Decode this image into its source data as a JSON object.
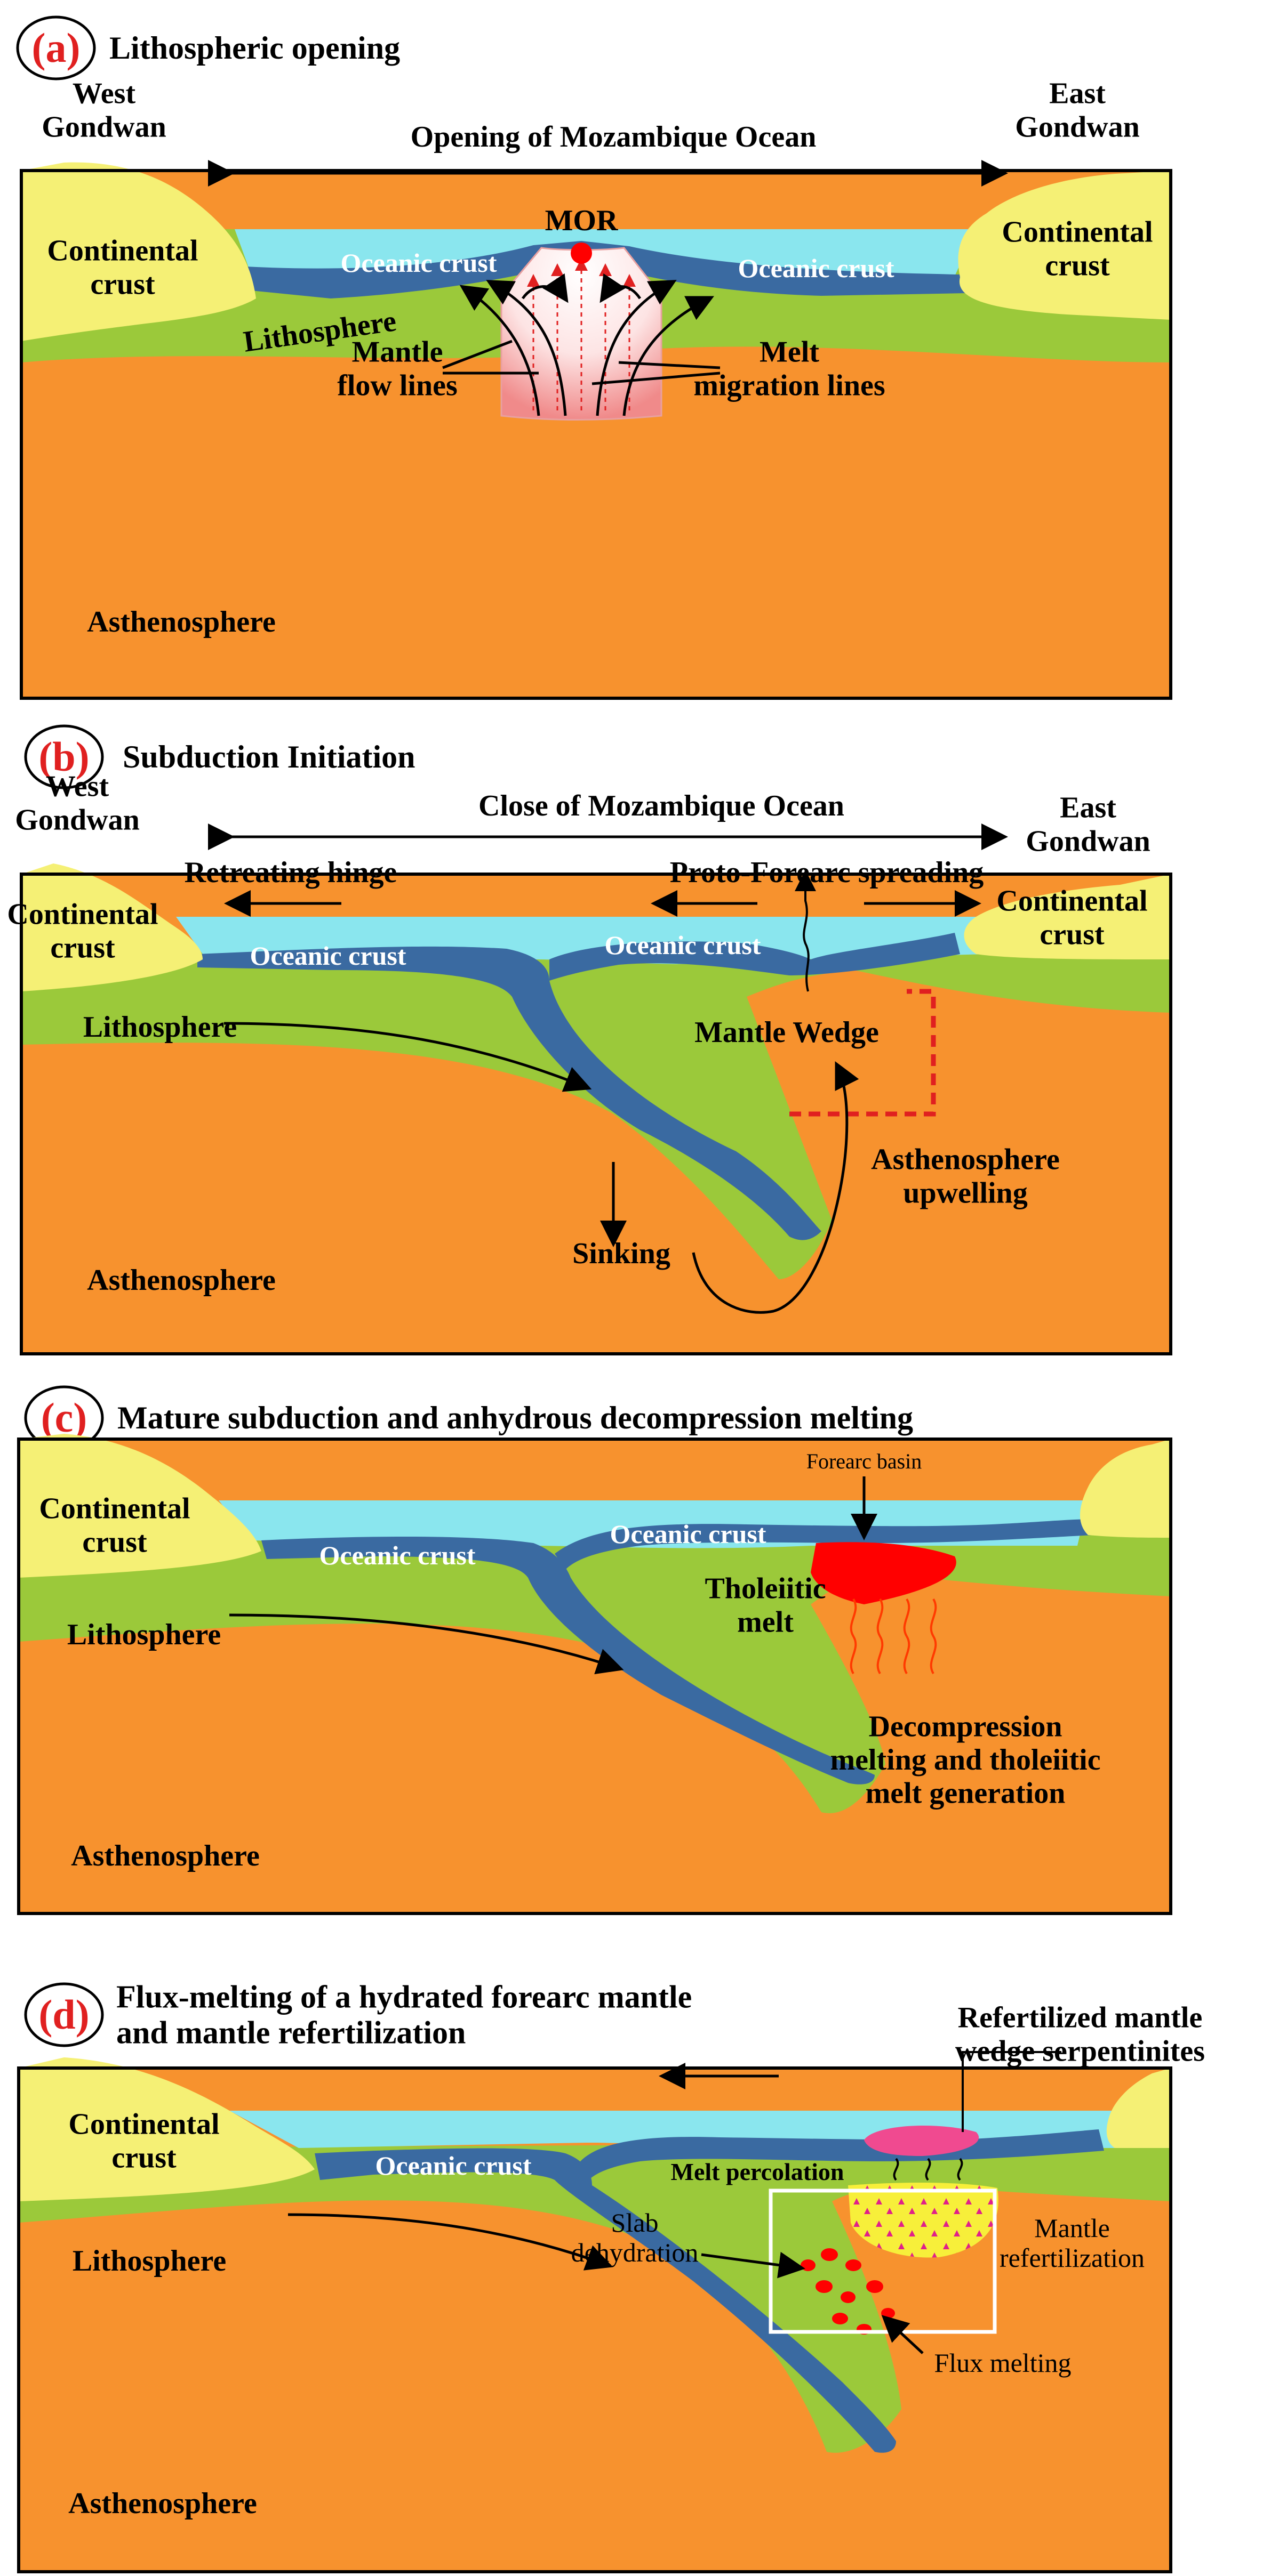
{
  "colors": {
    "asthenosphere": "#f7922e",
    "lithosphere": "#9bc93a",
    "continental": "#f5f075",
    "ocean": "#8ae6ee",
    "oceanic_crust": "#3a6aa1",
    "panel_label": "#e02020",
    "melt_red": "#ff0000",
    "serpentinite_pink": "#f04a90",
    "refertilized_yellow": "#f7ef3a"
  },
  "panels": [
    {
      "letter": "(a)",
      "title": "Lithospheric opening",
      "labels": {
        "west": "West\nGondwan",
        "east": "East\nGondwan",
        "ocean_event": "Opening of Mozambique Ocean",
        "mor": "MOR",
        "oceanic_crust_left": "Oceanic crust",
        "oceanic_crust_right": "Oceanic crust",
        "continental_left": "Continental\ncrust",
        "continental_right": "Continental\ncrust",
        "lithosphere": "Lithosphere",
        "mantle_flow": "Mantle\nflow lines",
        "melt_migration": "Melt\nmigration lines",
        "asthenosphere": "Asthenosphere"
      }
    },
    {
      "letter": "(b)",
      "title": "Subduction Initiation",
      "labels": {
        "west": "West\nGondwan",
        "east": "East\nGondwan",
        "ocean_event": "Close of Mozambique Ocean",
        "retreating_hinge": "Retreating hinge",
        "proto_forearc": "Proto-Forearc spreading",
        "continental_left": "Continental\ncrust",
        "continental_right": "Continental\ncrust",
        "oceanic_crust_left": "Oceanic crust",
        "oceanic_crust_right": "Oceanic crust",
        "lithosphere": "Lithosphere",
        "mantle_wedge": "Mantle Wedge",
        "asth_upwelling": "Asthenosphere\nupwelling",
        "sinking": "Sinking",
        "asthenosphere": "Asthenosphere"
      }
    },
    {
      "letter": "(c)",
      "title": "Mature subduction and anhydrous decompression melting",
      "labels": {
        "forearc_basin": "Forearc basin",
        "continental_left": "Continental\ncrust",
        "oceanic_crust_left": "Oceanic crust",
        "oceanic_crust_right": "Oceanic crust",
        "tholeiitic_melt": "Tholeiitic\nmelt",
        "lithosphere": "Lithosphere",
        "decompression": "Decompression\nmelting and tholeiitic\nmelt generation",
        "asthenosphere": "Asthenosphere"
      }
    },
    {
      "letter": "(d)",
      "title": "Flux-melting of a hydrated forearc mantle\nand mantle refertilization",
      "labels": {
        "refertilized_serp": "Refertilized mantle\nwedge serpentinites",
        "continental_left": "Continental\ncrust",
        "oceanic_crust_left": "Oceanic crust",
        "melt_percolation": "Melt percolation",
        "lithosphere": "Lithosphere",
        "slab_dehydration": "Slab\ndehydration",
        "mantle_refert": "Mantle\nrefertilization",
        "flux_melting": "Flux melting",
        "asthenosphere": "Asthenosphere"
      }
    }
  ]
}
